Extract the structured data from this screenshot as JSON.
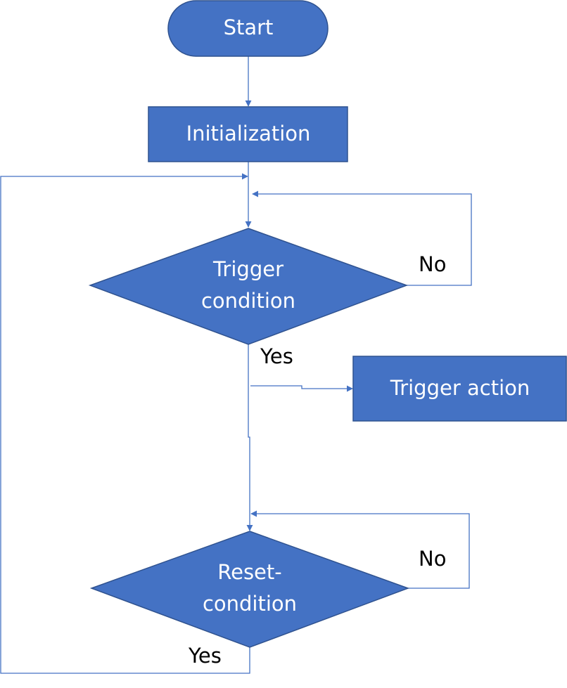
{
  "nodes": {
    "start": {
      "label": "Start"
    },
    "initialization": {
      "label": "Initialization"
    },
    "trigger_condition": {
      "lines": [
        "Trigger",
        "condition"
      ]
    },
    "trigger_action": {
      "label": "Trigger action"
    },
    "reset_condition": {
      "lines": [
        "Reset-",
        "condition"
      ]
    }
  },
  "edges": {
    "trigger_no": "No",
    "trigger_yes": "Yes",
    "reset_no": "No",
    "reset_yes": "Yes"
  },
  "colors": {
    "node_fill": "#4472C4",
    "node_stroke": "#2F528F",
    "connector": "#4472C4",
    "text_on_node": "#FFFFFF",
    "edge_label": "#000000"
  }
}
